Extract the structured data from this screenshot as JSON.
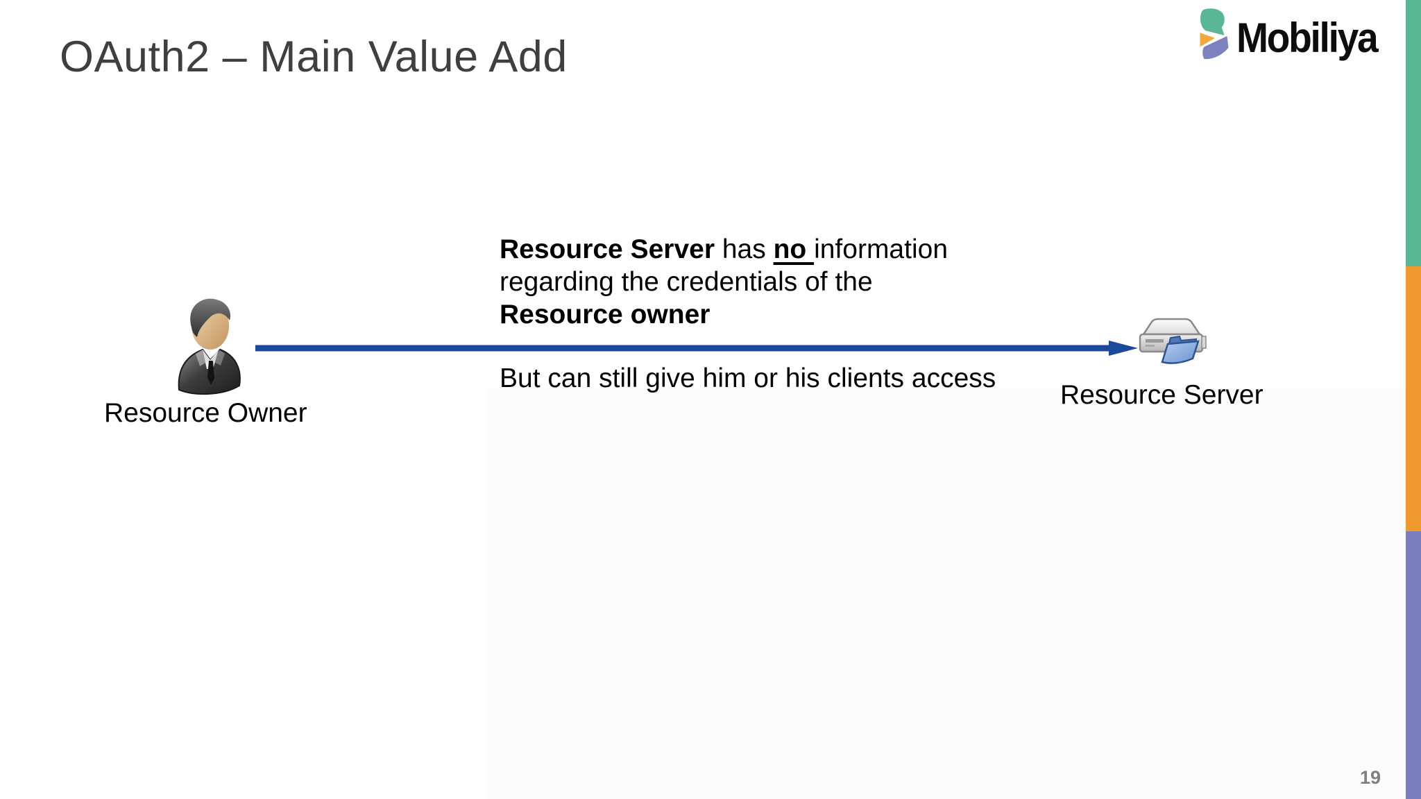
{
  "slide": {
    "title": "OAuth2 – Main Value Add",
    "page_number": "19"
  },
  "logo": {
    "wordmark": "Mobiliya",
    "mark_colors": {
      "teal": "#5ab795",
      "orange": "#f0a93a",
      "purple": "#7d81c0"
    }
  },
  "accent_bar": {
    "teal": "#5ab795",
    "orange": "#f0992e",
    "purple": "#7a7eba"
  },
  "diagram": {
    "resource_owner_label": "Resource Owner",
    "resource_server_label": "Resource Server",
    "arrow_color": "#1b4a9c",
    "note": {
      "bold1": "Resource Server",
      "plain1": " has ",
      "underline_bold": "no ",
      "plain2": "information",
      "line2": "regarding the credentials of the",
      "line3_bold": "Resource owner",
      "line4": "But can still give him or his clients access"
    }
  }
}
